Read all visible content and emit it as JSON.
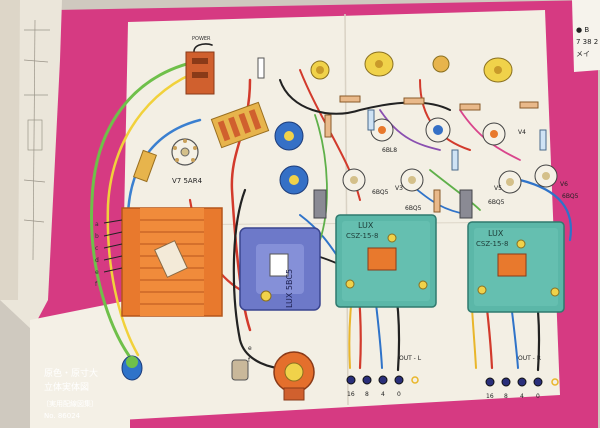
{
  "diagram": {
    "tubes": {
      "v7": "V7  5AR4",
      "v3": "V3",
      "v5": "V5",
      "v6": "V6",
      "v4": "V4",
      "v6_type": "6BQ5",
      "mid_6bq5_a": "6BQ5",
      "mid_6bq5_b": "6BQ5",
      "mid_6bl8": "6BL8",
      "mid_6bq5_c": "6BQ5"
    },
    "transformers": {
      "out_left_brand": "LUX",
      "out_left_model": "CSZ-15-8",
      "out_right_brand": "LUX",
      "out_right_model": "CSZ-15-8",
      "choke": "LUX 5BC5"
    },
    "terminals": {
      "out_l": "OUT - L",
      "out_r": "OUT - R",
      "out_l_nums": [
        "16",
        "8",
        "4",
        "0"
      ],
      "out_r_nums": [
        "16",
        "8",
        "4",
        "0"
      ],
      "left_letters": [
        "a",
        "b",
        "c",
        "d",
        "e",
        "f"
      ],
      "power_letters": [
        "e",
        "f"
      ],
      "top_power": "POWER"
    },
    "legend": {
      "line1": "原色・原寸大",
      "line2": "立体実体図",
      "line3": "〔実用配線図集〕",
      "line4": "No. 86024"
    },
    "corner": {
      "line1": "● B",
      "line2": "7 38 2",
      "line3": "メイ"
    }
  }
}
